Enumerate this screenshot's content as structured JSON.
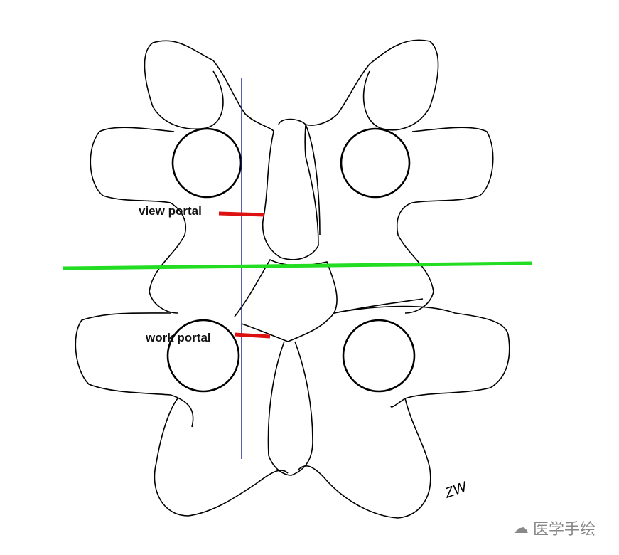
{
  "labels": {
    "view_portal": "view portal",
    "work_portal": "work portal"
  },
  "signature": "ZW",
  "watermark": "医学手绘",
  "colors": {
    "outline": "#000000",
    "vertical_line": "#1a1a8c",
    "horizontal_line": "#22dd22",
    "portal": "#dd1111"
  }
}
